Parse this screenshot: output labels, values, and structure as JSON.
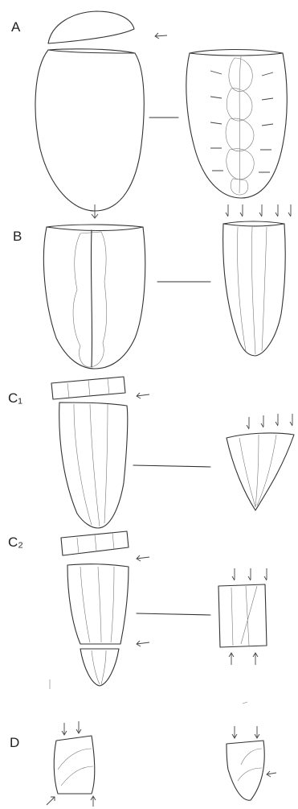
{
  "figure": {
    "panels": [
      {
        "id": "A",
        "label": "A"
      },
      {
        "id": "B",
        "label": "B"
      },
      {
        "id": "C1",
        "label": "C₁"
      },
      {
        "id": "C2",
        "label": "C₂"
      },
      {
        "id": "D",
        "label": "D"
      }
    ]
  }
}
